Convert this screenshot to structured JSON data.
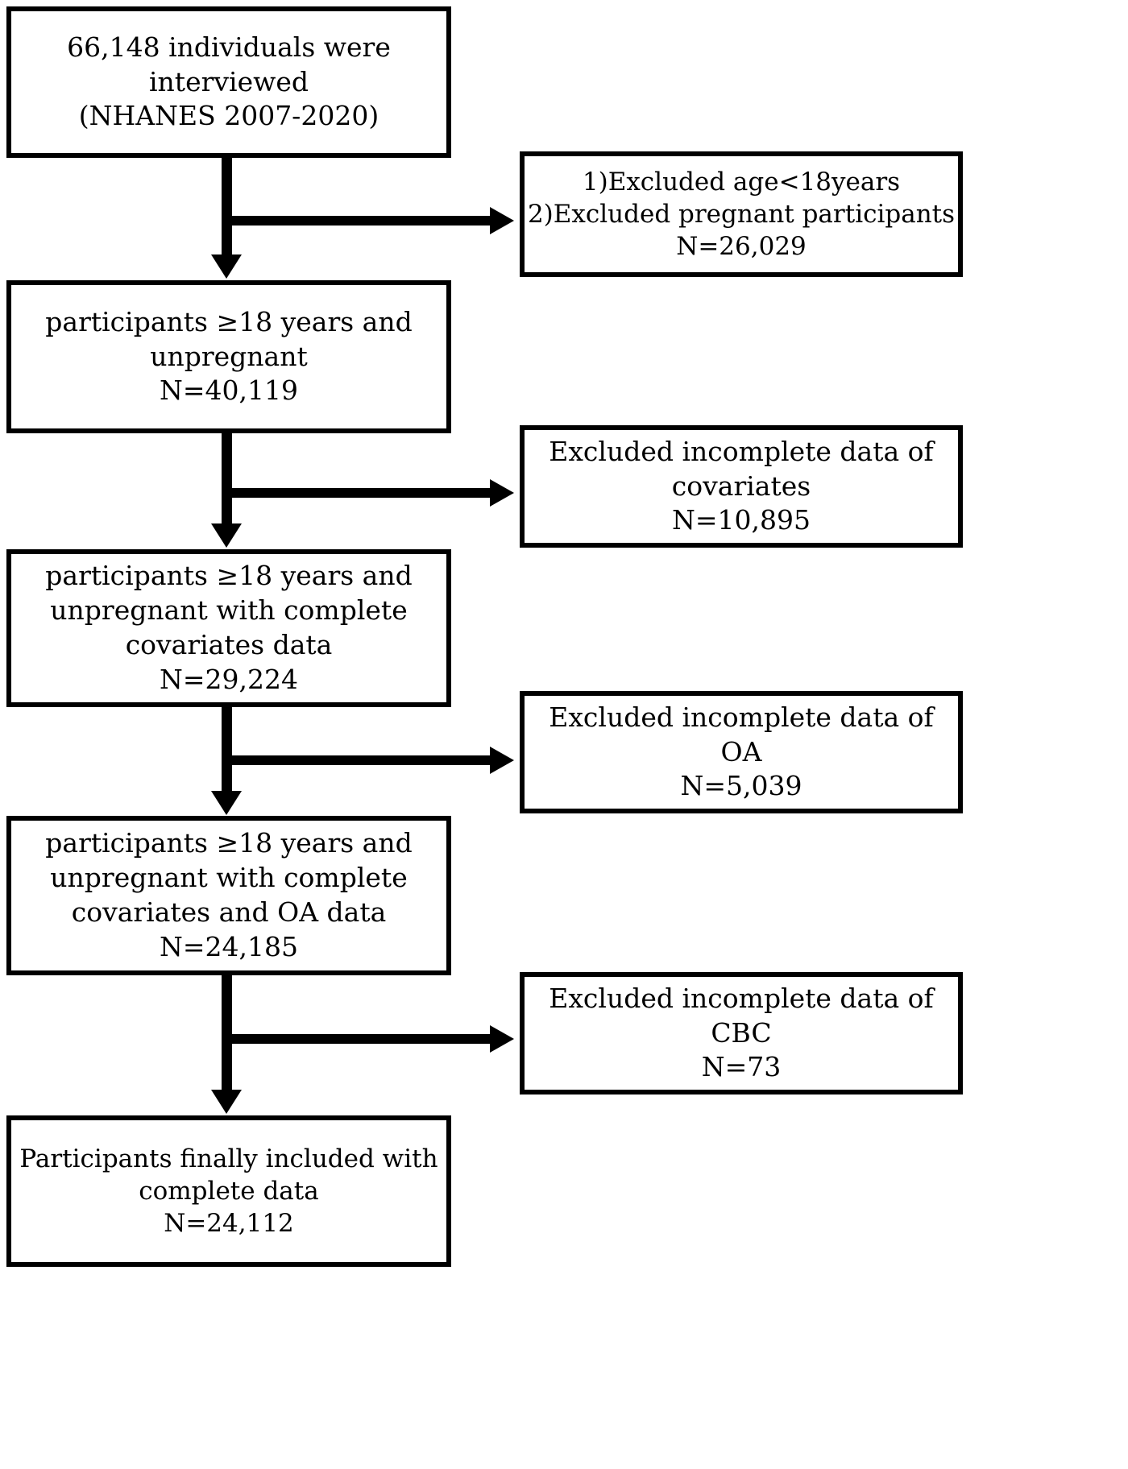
{
  "figure": {
    "type": "flowchart",
    "title": "NHANES participant selection flowchart",
    "orientation": "vertical",
    "colors": {
      "line": "#000000",
      "box_border": "#000000",
      "background": "#ffffff",
      "text": "#000000"
    }
  },
  "main_boxes": [
    {
      "id": "interviewed",
      "lines": [
        "66,148 individuals were",
        "interviewed",
        "(NHANES 2007-2020)"
      ]
    },
    {
      "id": "adults-unpregnant",
      "lines": [
        "participants ≥18 years and",
        "unpregnant",
        "N=40,119"
      ]
    },
    {
      "id": "complete-covariates",
      "lines": [
        "participants ≥18 years and",
        "unpregnant with complete",
        "covariates data",
        "N=29,224"
      ]
    },
    {
      "id": "complete-covariates-oa",
      "lines": [
        "participants ≥18 years and",
        "unpregnant with complete",
        "covariates and OA data",
        "N=24,185"
      ]
    },
    {
      "id": "final-included",
      "lines": [
        "Participants finally included with",
        "complete data",
        "N=24,112"
      ]
    }
  ],
  "exclusion_boxes": [
    {
      "id": "excl-age-pregnant",
      "lines": [
        "1)Excluded age<18years",
        "2)Excluded pregnant participants",
        "N=26,029"
      ]
    },
    {
      "id": "excl-covariates",
      "lines": [
        "Excluded incomplete data of",
        "covariates",
        "N=10,895"
      ]
    },
    {
      "id": "excl-oa",
      "lines": [
        "Excluded incomplete data of",
        "OA",
        "N=5,039"
      ]
    },
    {
      "id": "excl-cbc",
      "lines": [
        "Excluded incomplete data of",
        "CBC",
        "N=73"
      ]
    }
  ]
}
